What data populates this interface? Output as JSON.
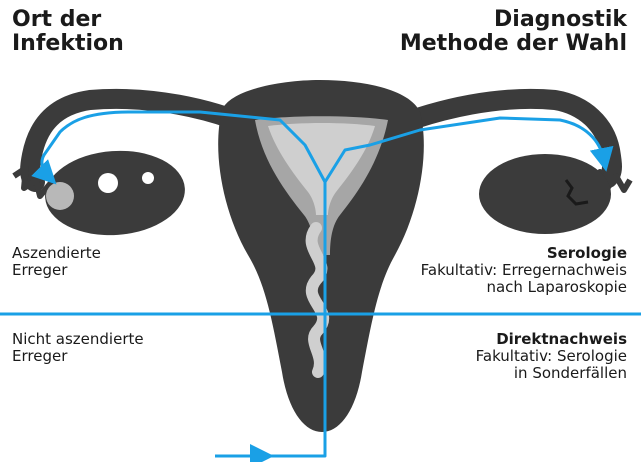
{
  "heading_left": {
    "line1": "Ort der",
    "line2": "Infektion"
  },
  "heading_right": {
    "line1": "Diagnostik",
    "line2": "Methode der Wahl"
  },
  "rows": {
    "ascending": {
      "label_line1": "Aszendierte",
      "label_line2": "Erreger",
      "method_title": "Serologie",
      "method_line1": "Fakultativ: Erregernachweis",
      "method_line2": "nach Laparoskopie"
    },
    "non_ascending": {
      "label_line1": "Nicht aszendierte",
      "label_line2": "Erreger",
      "method_title": "Direktnachweis",
      "method_line1": "Fakultativ: Serologie",
      "method_line2": "in Sonderfällen"
    }
  },
  "colors": {
    "organ": "#3b3b3b",
    "cavity": "#a6a6a6",
    "inner": "#cfcfcf",
    "path": "#1aa0e6",
    "divider": "#1aa0e6"
  }
}
